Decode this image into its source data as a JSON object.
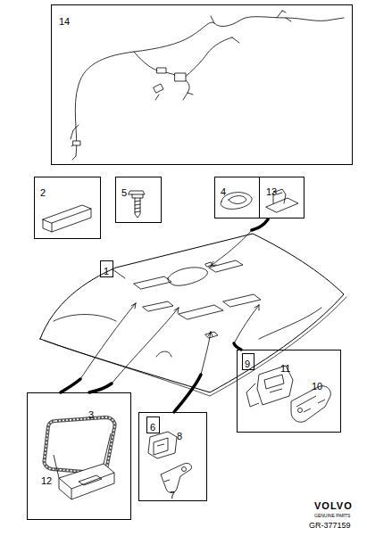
{
  "diagram": {
    "nodes": [
      {
        "text": [
          "14"
        ]
      },
      {
        "text": [
          "2"
        ]
      },
      {
        "text": [
          "5"
        ]
      },
      {
        "text": [
          "4"
        ]
      },
      {
        "text": [
          "13"
        ]
      },
      {
        "text": [
          "1"
        ]
      },
      {
        "text": [
          "3",
          "12"
        ]
      },
      {
        "text": [
          "8",
          "7"
        ]
      },
      {
        "text": [
          "6"
        ],
        "in": 7
      },
      {
        "text": [
          "11",
          "10"
        ]
      },
      {
        "text": [
          "9"
        ],
        "in": 9
      }
    ],
    "labels": [
      "VOLVO",
      "GENUINE PARTS",
      "GR-377159"
    ]
  }
}
